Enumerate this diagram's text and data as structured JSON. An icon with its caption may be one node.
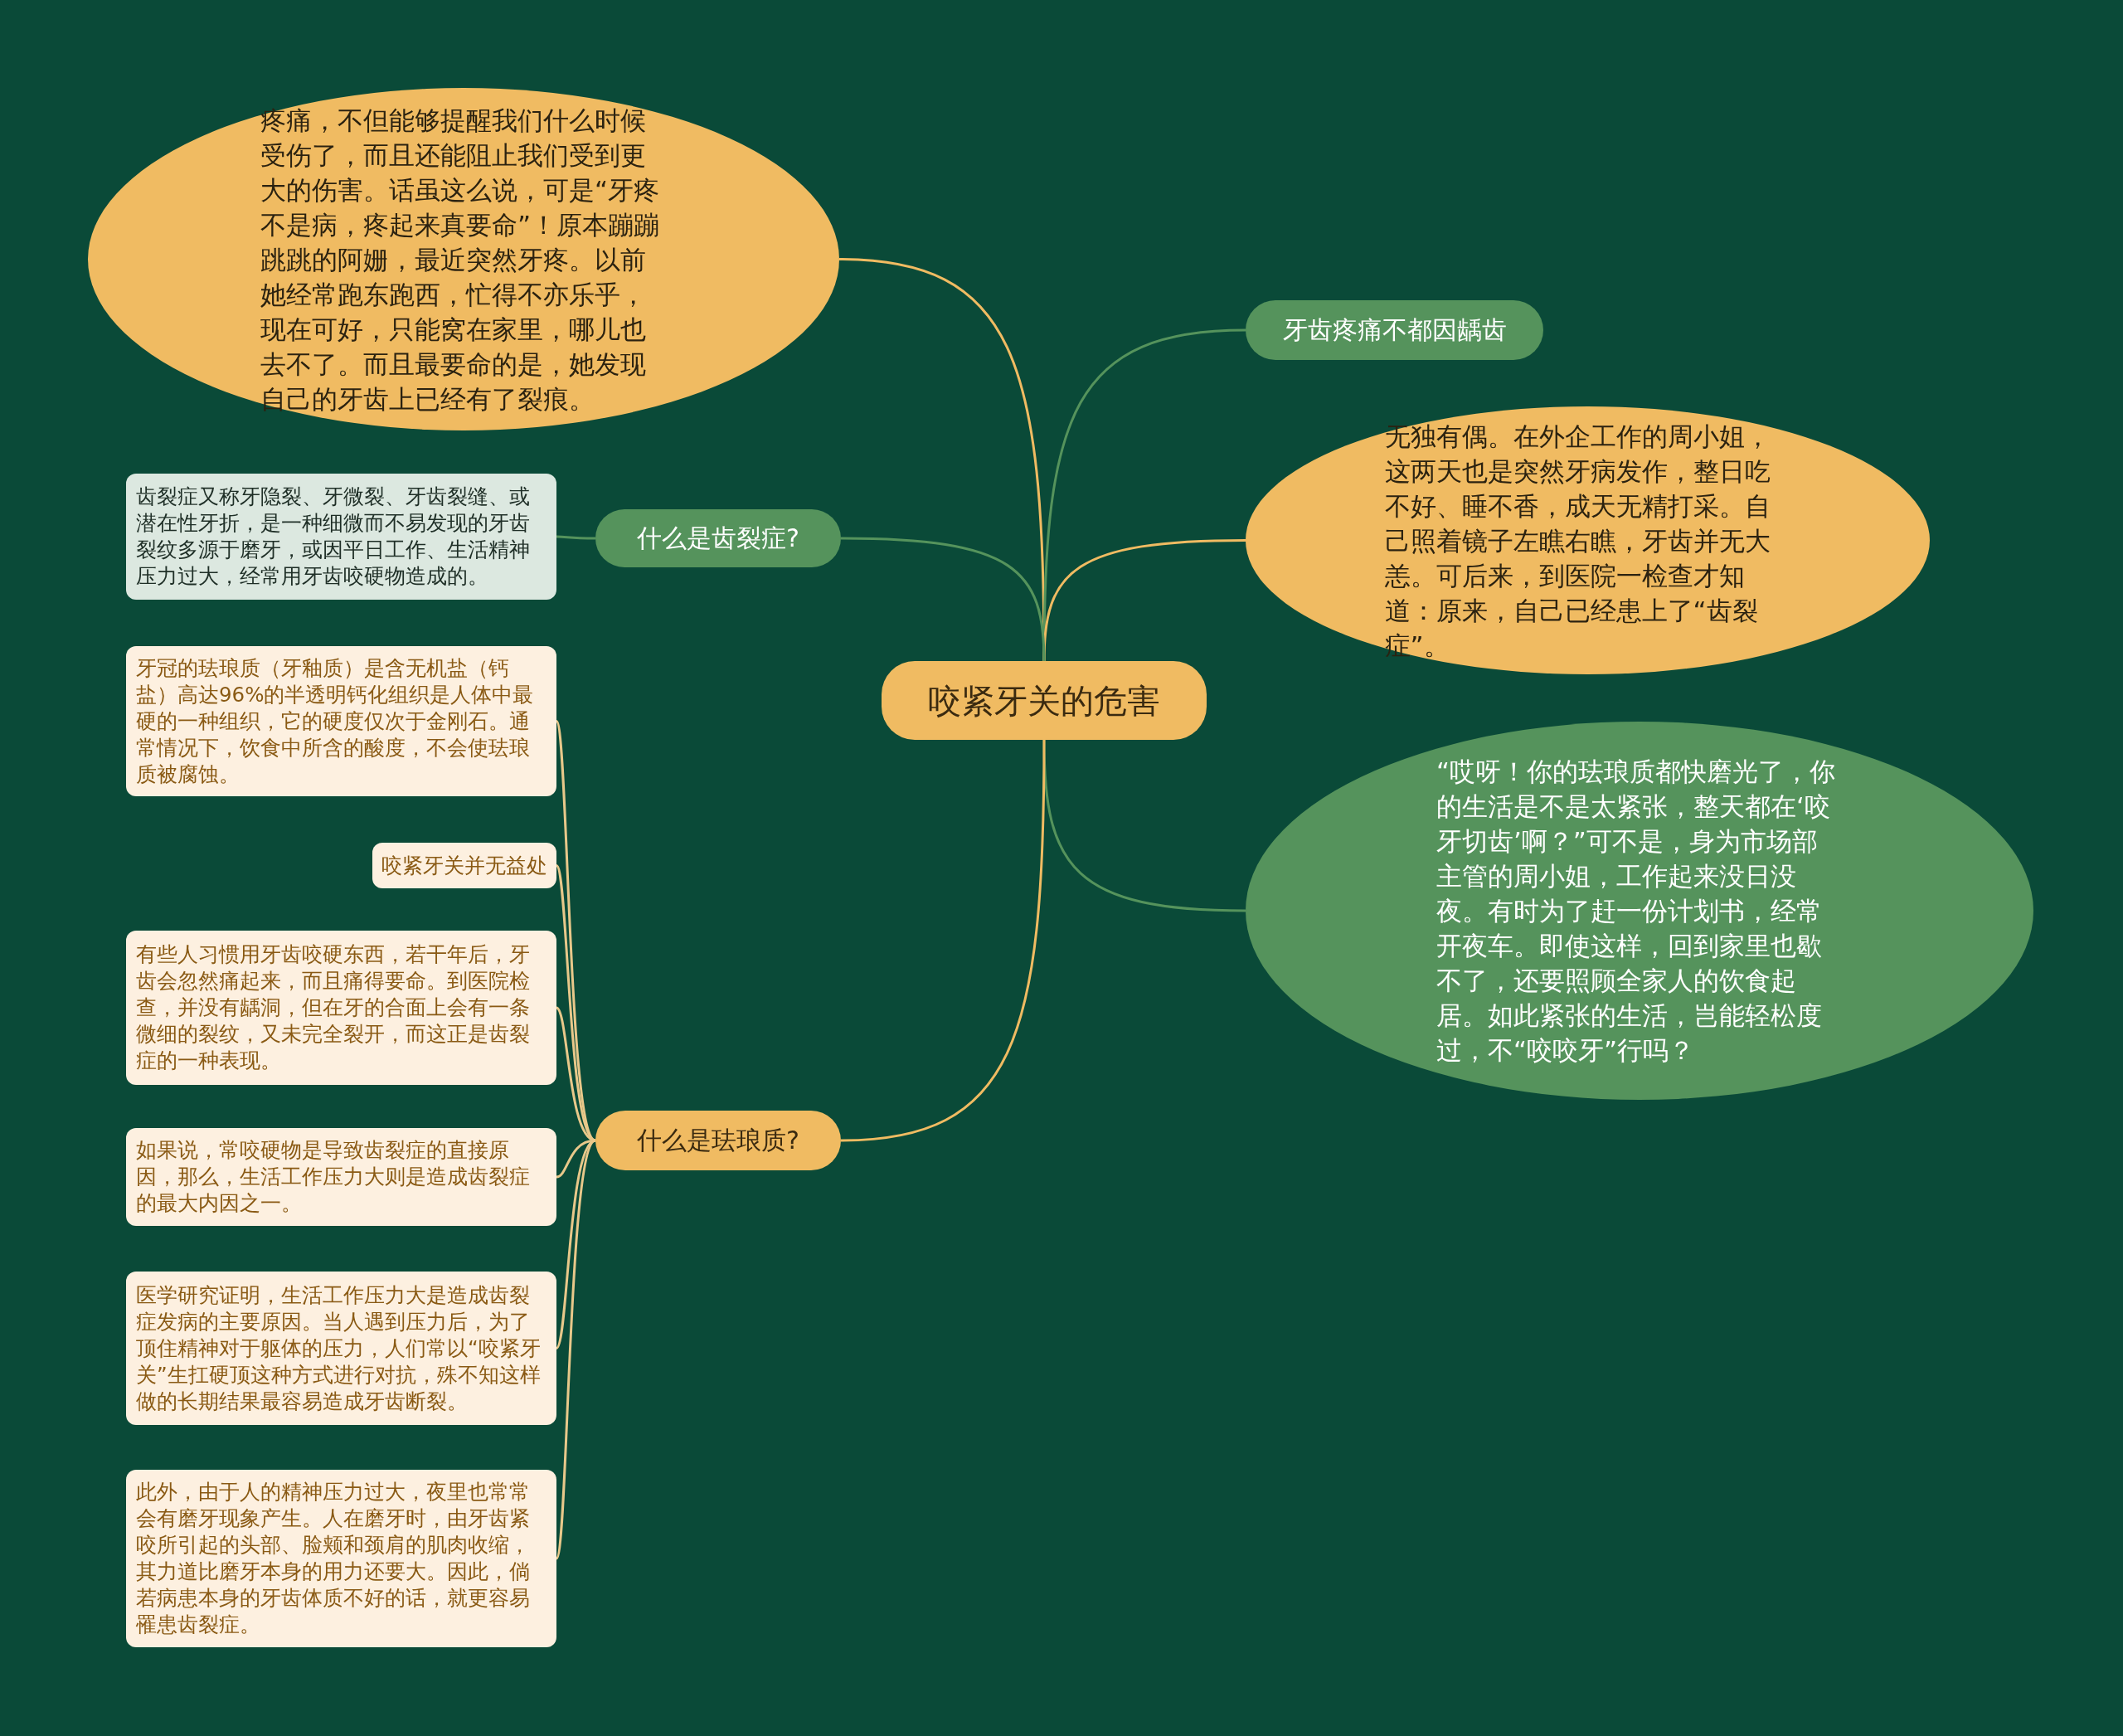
{
  "diagram": {
    "nodes": [
      {
        "text": [
          "咬紧牙关的危害"
        ]
      },
      {
        "text": [
          "疼痛，不但能够提醒我们什么时候受伤了，而且还能阻止我们受到更大的伤害。话虽这么说，可是“牙疼不是病，疼起来真要命”！原本蹦蹦跳跳的阿姗，最近突然牙疼。以前她经常跑东跑西，忙得不亦乐乎，现在可好，只能窝在家里，哪儿也去不了。而且最要命的是，她发现自己的牙齿上已经有了裂痕。"
        ]
      },
      {
        "text": [
          "牙齿疼痛不都因龋齿"
        ]
      },
      {
        "text": [
          "无独有偶。在外企工作的周小姐，这两天也是突然牙病发作，整日吃不好、睡不香，成天无精打采。自己照着镜子左瞧右瞧，牙齿并无大恙。可后来，到医院一检查才知道：原来，自己已经患上了“齿裂症”。"
        ]
      },
      {
        "text": [
          "“哎呀！你的珐琅质都快磨光了，你的生活是不是太紧张，整天都在‘咬牙切齿’啊？”可不是，身为市场部主管的周小姐，工作起来没日没夜。有时为了赶一份计划书，经常开夜车。即使这样，回到家里也歇不了，还要照顾全家人的饮食起居。如此紧张的生活，岂能轻松度过，不“咬咬牙”行吗？"
        ]
      },
      {
        "text": [
          "什么是齿裂症?"
        ]
      },
      {
        "text": [
          "齿裂症又称牙隐裂、牙微裂、牙齿裂缝、或潜在性牙折，是一种细微而不易发现的牙齿裂纹多源于磨牙，或因平日工作、生活精神压力过大，经常用牙齿咬硬物造成的。"
        ]
      },
      {
        "text": [
          "什么是珐琅质?"
        ]
      },
      {
        "text": [
          "牙冠的珐琅质（牙釉质）是含无机盐（钙盐）高达96%的半透明钙化组织是人体中最硬的一种组织，它的硬度仅次于金刚石。通常情况下，饮食中所含的酸度，不会使珐琅质被腐蚀。"
        ]
      },
      {
        "text": [
          "咬紧牙关并无益处"
        ]
      },
      {
        "text": [
          "有些人习惯用牙齿咬硬东西，若干年后，牙齿会忽然痛起来，而且痛得要命。到医院检查，并没有龋洞，但在牙的合面上会有一条微细的裂纹，又未完全裂开，而这正是齿裂症的一种表现。"
        ]
      },
      {
        "text": [
          "如果说，常咬硬物是导致齿裂症的直接原因，那么，生活工作压力大则是造成齿裂症的最大内因之一。"
        ]
      },
      {
        "text": [
          "医学研究证明，生活工作压力大是造成齿裂症发病的主要原因。当人遇到压力后，为了顶住精神对于躯体的压力，人们常以“咬紧牙关”生扛硬顶这种方式进行对抗，殊不知这样做的长期结果最容易造成牙齿断裂。"
        ]
      },
      {
        "text": [
          "此外，由于人的精神压力过大，夜里也常常会有磨牙现象产生。人在磨牙时，由牙齿紧咬所引起的头部、脸颊和颈肩的肌肉收缩，其力道比磨牙本身的用力还要大。因此，倘若病患本身的牙齿体质不好的话，就更容易罹患齿裂症。"
        ]
      }
    ],
    "edges": [
      {
        "from": 0,
        "to": 1,
        "arrow": "none",
        "color": "#f0bb62"
      },
      {
        "from": 0,
        "to": 2,
        "arrow": "none",
        "color": "#55935c"
      },
      {
        "from": 0,
        "to": 3,
        "arrow": "none",
        "color": "#f0bb62"
      },
      {
        "from": 0,
        "to": 4,
        "arrow": "none",
        "color": "#55935c"
      },
      {
        "from": 0,
        "to": 5,
        "arrow": "none",
        "color": "#55935c"
      },
      {
        "from": 0,
        "to": 7,
        "arrow": "none",
        "color": "#f0bb62"
      },
      {
        "from": 5,
        "to": 6,
        "arrow": "none",
        "color": "#55935c"
      },
      {
        "from": 7,
        "to": 8,
        "arrow": "none"
      },
      {
        "from": 7,
        "to": 9,
        "arrow": "none"
      },
      {
        "from": 7,
        "to": 10,
        "arrow": "none"
      },
      {
        "from": 7,
        "to": 11,
        "arrow": "none"
      },
      {
        "from": 7,
        "to": 12,
        "arrow": "none"
      },
      {
        "from": 7,
        "to": 13,
        "arrow": "none"
      }
    ]
  }
}
